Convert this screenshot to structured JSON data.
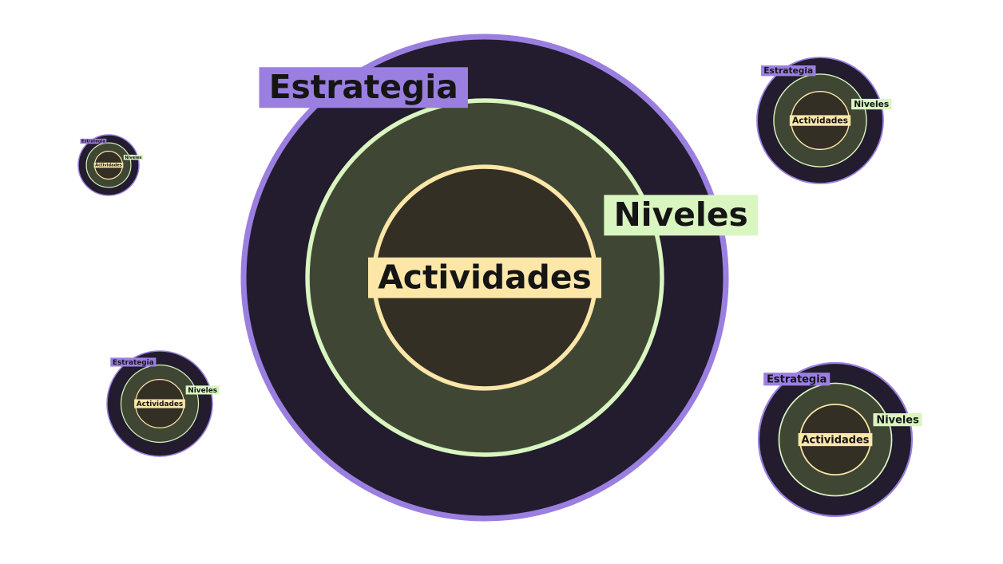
{
  "diagram": {
    "outer_label": "Estrategia",
    "middle_label": "Niveles",
    "inner_label": "Actividades",
    "colors": {
      "outer_fill": "#221C2E",
      "outer_stroke": "#9B7FE0",
      "middle_fill": "#3F4734",
      "middle_stroke": "#D9F5C0",
      "inner_fill": "#332F25",
      "inner_stroke": "#FCE6A8",
      "strategy_tag": "#9B7FE0",
      "levels_tag": "#D9F5C0",
      "activities_tag": "#FCE6A8",
      "label_text": "#151515",
      "background": "#FFFFFF"
    },
    "instances": [
      {
        "id": "main",
        "role": "primary"
      },
      {
        "id": "tiny-left",
        "role": "copy"
      },
      {
        "id": "top-right",
        "role": "copy"
      },
      {
        "id": "bottom-left",
        "role": "copy"
      },
      {
        "id": "bottom-right",
        "role": "copy"
      }
    ]
  }
}
